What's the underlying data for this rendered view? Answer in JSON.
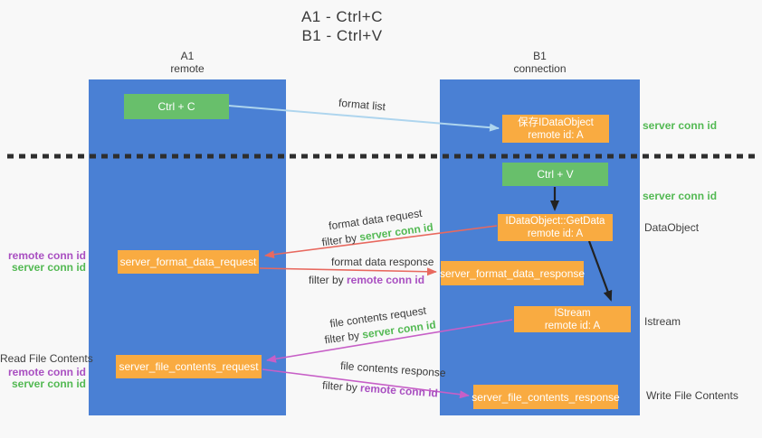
{
  "title": {
    "line1": "A1 - Ctrl+C",
    "line2": "B1 - Ctrl+V"
  },
  "lifelines": {
    "a1": {
      "name": "A1",
      "subtitle": "remote"
    },
    "b1": {
      "name": "B1",
      "subtitle": "connection"
    }
  },
  "nodes": {
    "ctrl_c": {
      "label": "Ctrl + C"
    },
    "save_idataobject": {
      "line1": "保存IDataObject",
      "line2": "remote id: A"
    },
    "ctrl_v": {
      "label": "Ctrl + V"
    },
    "getdata": {
      "line1": "IDataObject::GetData",
      "line2": "remote id: A"
    },
    "format_request": {
      "label": "server_format_data_request"
    },
    "format_response": {
      "label": "server_format_data_response"
    },
    "istream": {
      "line1": "IStream",
      "line2": "remote id: A"
    },
    "file_request": {
      "label": "server_file_contents_request"
    },
    "file_response": {
      "label": "server_file_contents_response"
    }
  },
  "arrow_labels": {
    "format_list": "format list",
    "format_data_request": {
      "line1": "format data request",
      "filter_prefix": "filter by ",
      "filter_key": "server conn id"
    },
    "format_data_response": {
      "line1": "format data response",
      "filter_prefix": "filter by ",
      "filter_key": "remote conn id"
    },
    "file_contents_request": {
      "line1": "file contents request",
      "filter_prefix": "filter by ",
      "filter_key": "server conn id"
    },
    "file_contents_response": {
      "line1": "file contents response",
      "filter_prefix": "filter by ",
      "filter_key": "remote conn id"
    }
  },
  "side_labels": {
    "server_conn_id_top": "server conn id",
    "server_conn_id_mid": "server conn id",
    "dataobject": "DataObject",
    "istream": "Istream",
    "write_file_contents": "Write File Contents",
    "read_file_contents": "Read File Contents",
    "left_pair_top": {
      "remote": "remote conn id",
      "server": "server conn id"
    },
    "left_pair_bottom": {
      "remote": "remote conn id",
      "server": "server conn id"
    }
  },
  "colors": {
    "lifeline_blue": "#4a80d4",
    "node_green": "#68bf6b",
    "node_orange": "#f9ab41",
    "accent_green": "#53b953",
    "accent_purple": "#a94fc1",
    "arrow_salmon": "#e8695f",
    "arrow_magenta": "#c75fc7",
    "arrow_lightblue": "#aed5ee",
    "divider_dark": "#2e2e2e",
    "text_dark": "#3a3a3a"
  }
}
